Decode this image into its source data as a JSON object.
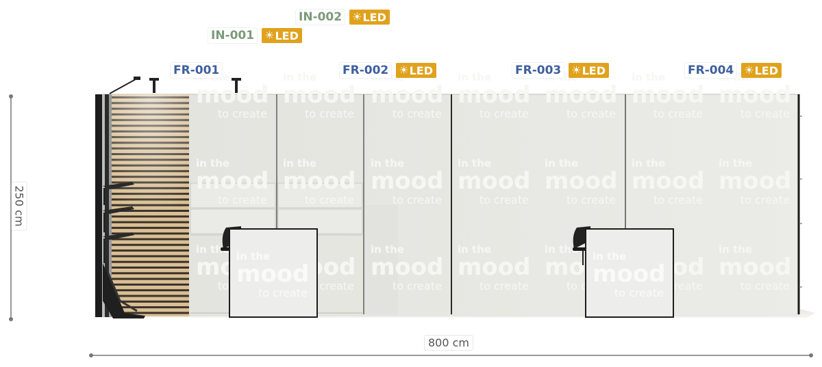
{
  "tags": {
    "in_001": "IN-001",
    "in_002": "IN-002",
    "fr_001": "FR-001",
    "fr_002": "FR-002",
    "fr_003": "FR-003",
    "fr_004": "FR-004",
    "led_label": "LED",
    "led_icon": "sun-icon"
  },
  "dimensions": {
    "height": "250 cm",
    "width": "800 cm"
  },
  "watermark": {
    "line1": "in the",
    "line2": "mood",
    "line3": "to create"
  },
  "colors": {
    "fr_code": "#3d5f9e",
    "in_code": "#7c9a7a",
    "led_badge": "#e0a21d",
    "panel": "#e7e7e3",
    "slat_wood": "#d8bf95",
    "frame": "#1c1c1c"
  }
}
